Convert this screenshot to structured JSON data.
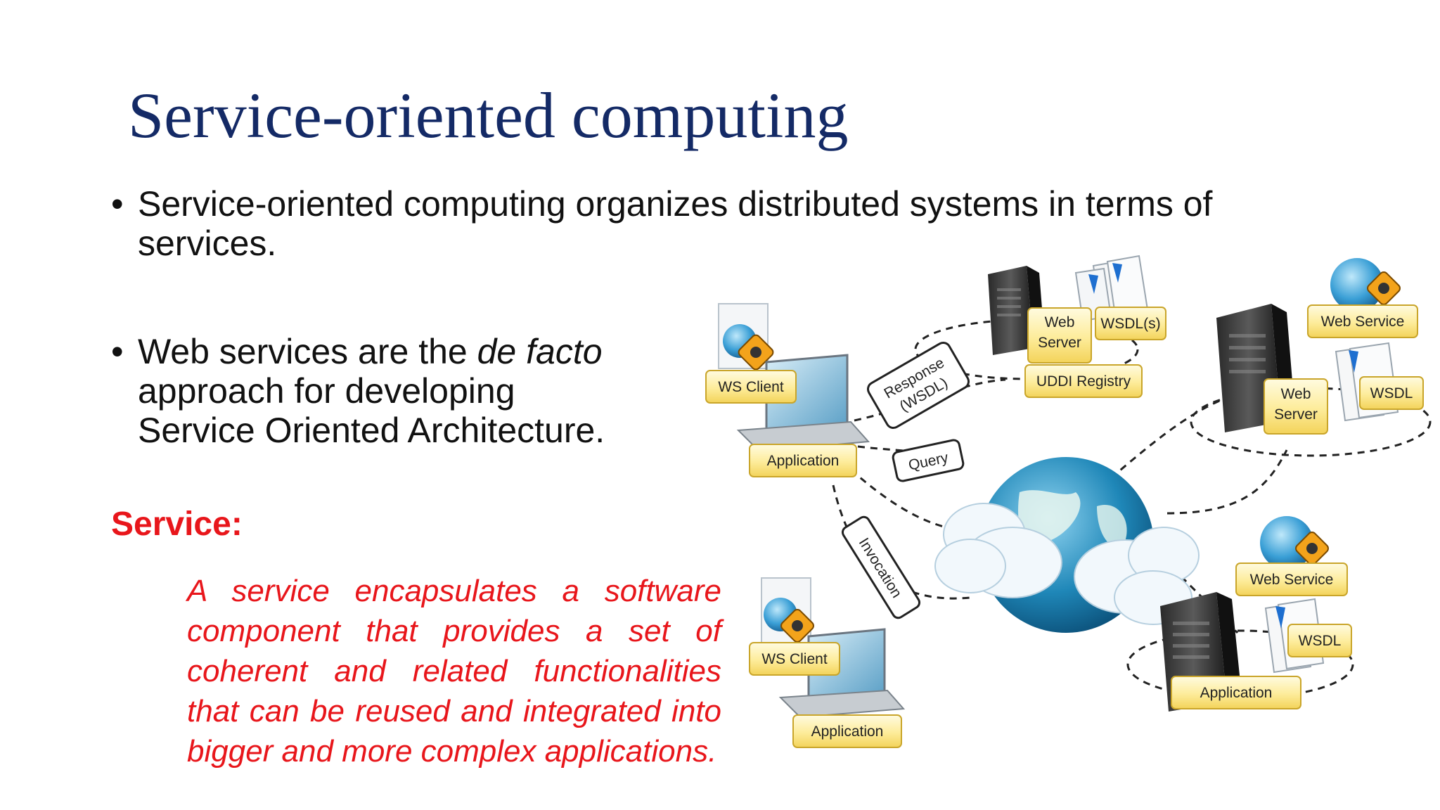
{
  "slide": {
    "title": "Service-oriented computing",
    "bullet1": "Service-oriented computing organizes distributed systems in terms of services.",
    "bullet2": {
      "line1_pre": "Web services are the ",
      "line1_em": "de facto",
      "line2": "approach for developing",
      "line3": "Service Oriented Architecture."
    },
    "heading": "Service:",
    "definition": "A service encapsulates a software component that provides a set of coherent and related functionalities that can be reused and integrated into bigger and more complex applications."
  },
  "diagram": {
    "ws_client_top": "WS Client",
    "application_top": "Application",
    "web_server_top_1": "Web",
    "web_server_top_2": "Server",
    "wsdls": "WSDL(s)",
    "uddi": "UDDI Registry",
    "response_1": "Response",
    "response_2": "(WSDL)",
    "query": "Query",
    "invocation": "Invocation",
    "web_service_right": "Web Service",
    "web_server_right_1": "Web",
    "web_server_right_2": "Server",
    "wsdl_right": "WSDL",
    "ws_client_bottom": "WS Client",
    "application_bottom": "Application",
    "web_service_bottom": "Web Service",
    "wsdl_bottom": "WSDL",
    "application_bottom_right": "Application"
  },
  "colors": {
    "title": "#142a66",
    "accent_red": "#e8161b",
    "label_yellow": "#fde98a"
  }
}
